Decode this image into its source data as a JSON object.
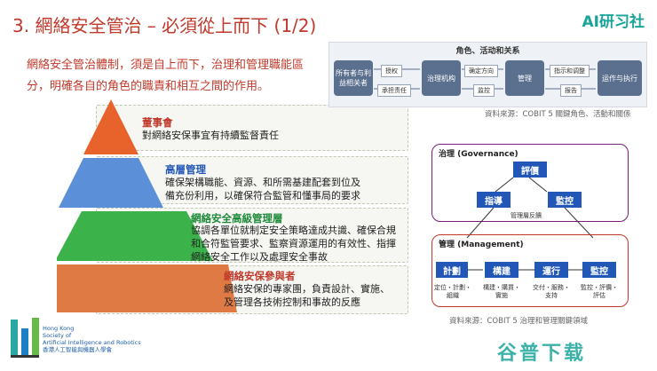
{
  "title": "3. 網絡安全管治 – 必須從上而下 (1/2)",
  "brand": "AI研习社",
  "intro": "網絡安全管治體制，須是自上而下，治理和管理職能區分，明確各自的角色的職責和相互之間的作用。",
  "tiers": [
    {
      "heading": "董事會",
      "lines": [
        "對網絡安保事宜有持續監督責任"
      ],
      "color": "#c0392b"
    },
    {
      "heading": "高層管理",
      "lines": [
        "確保架構職能、資源、和所需基建配套到位及",
        "備充份利用，以確保符合監管和懂事局的要求"
      ],
      "color": "#2257b8"
    },
    {
      "heading": "網絡安全高級管理層",
      "lines": [
        "協調各單位就制定安全策略達成共識、確保合規",
        "和合符監管要求、監察資源運用的有效性、指揮",
        "網絡安全工作以及處理安全事故"
      ],
      "color": "#1e8a3a"
    },
    {
      "heading": "網絡安保參與者",
      "lines": [
        "網絡安保的專家團，負責設計、實施、",
        "及管理各技術控制和事故的反應"
      ],
      "color": "#c0392b"
    }
  ],
  "fig1": {
    "title": "角色、活动和关系",
    "boxes": [
      "所有者与利益相关者",
      "治理机构",
      "管理",
      "运作与执行"
    ],
    "labels": [
      "授权",
      "确定方向",
      "指示和调整",
      "承担责任",
      "监控",
      "报告"
    ],
    "source": "資料來源：COBIT 5 關鍵角色、活動和關係"
  },
  "fig2": {
    "gov_label": "治理 (Governance)",
    "gov_boxes": [
      "評價",
      "指導",
      "監控"
    ],
    "feedback": "管理層反饋",
    "mgmt_label": "管理 (Management)",
    "mgmt_boxes": [
      "計劃",
      "構建",
      "運行",
      "監控"
    ],
    "mgmt_sub": [
      "定位・計劃・組織",
      "構建・購買・實施",
      "交付・服務・支持",
      "監控・評價・評估"
    ],
    "source": "資料來源：COBIT 5 治理和管理關鍵領域"
  },
  "footer": {
    "org_lines": [
      "Hong Kong",
      "Society of",
      "Artificial Intelligence and Robotics",
      "香港人工智能與機器人學會"
    ],
    "watermark": "谷普下载"
  },
  "colors": {
    "accent": "#c0392b",
    "teal": "#1aa59a",
    "blue": "#2257b8",
    "purple": "#7a1c78"
  }
}
